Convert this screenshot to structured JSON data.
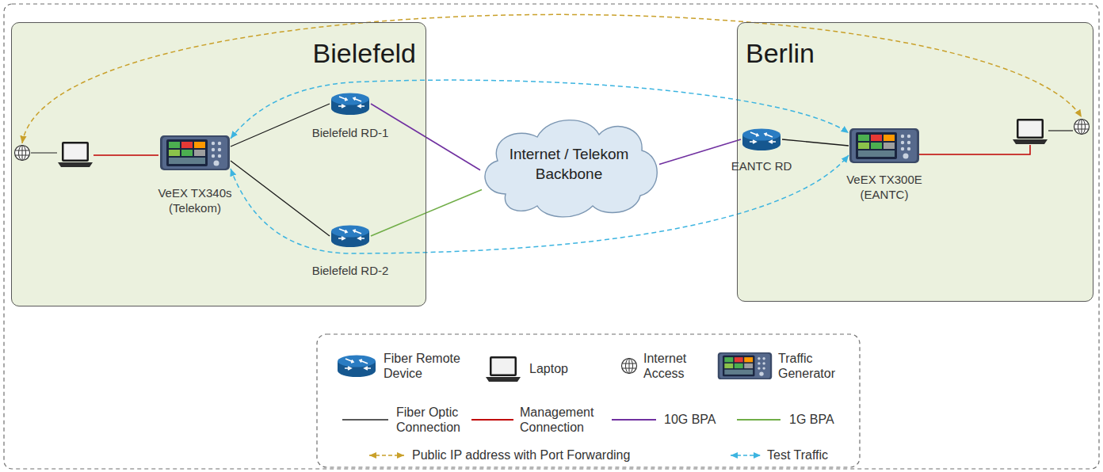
{
  "diagram": {
    "nodes": [
      {
        "text": [
          "Bielefeld"
        ]
      },
      {
        "text": [
          "VeEX TX340s (Telekom)"
        ],
        "in": 0
      },
      {
        "text": [
          "Bielefeld RD-1"
        ],
        "in": 0
      },
      {
        "text": [
          "Bielefeld RD-2"
        ],
        "in": 0
      },
      {
        "text": [
          "Internet / Telekom Backbone"
        ]
      },
      {
        "text": [
          "Berlin"
        ]
      },
      {
        "text": [
          "EANTC RD"
        ],
        "in": 5
      },
      {
        "text": [
          "VeEX TX300E (EANTC)"
        ],
        "in": 5
      }
    ],
    "edges": [
      {
        "from": 1,
        "to": 2,
        "arrow": "none"
      },
      {
        "from": 1,
        "to": 3,
        "arrow": "none"
      },
      {
        "from": 2,
        "to": 4,
        "arrow": "none"
      },
      {
        "from": 3,
        "to": 4,
        "arrow": "none"
      },
      {
        "from": 4,
        "to": 6,
        "arrow": "none"
      },
      {
        "from": 6,
        "to": 7,
        "arrow": "none"
      },
      {
        "from": 1,
        "to": 7,
        "arrow": "both"
      },
      {
        "from": 1,
        "to": 7,
        "arrow": "both"
      }
    ],
    "legend": [
      {
        "text": "Fiber Remote Device"
      },
      {
        "text": "Laptop"
      },
      {
        "text": "Internet Access"
      },
      {
        "text": "Traffic Generator"
      },
      {
        "text": "Fiber Optic Connection"
      },
      {
        "text": "Management Connection"
      },
      {
        "text": "10G BPA"
      },
      {
        "text": "1G BPA"
      },
      {
        "text": "Public IP address with Port Forwarding"
      },
      {
        "text": "Test Traffic"
      }
    ]
  }
}
